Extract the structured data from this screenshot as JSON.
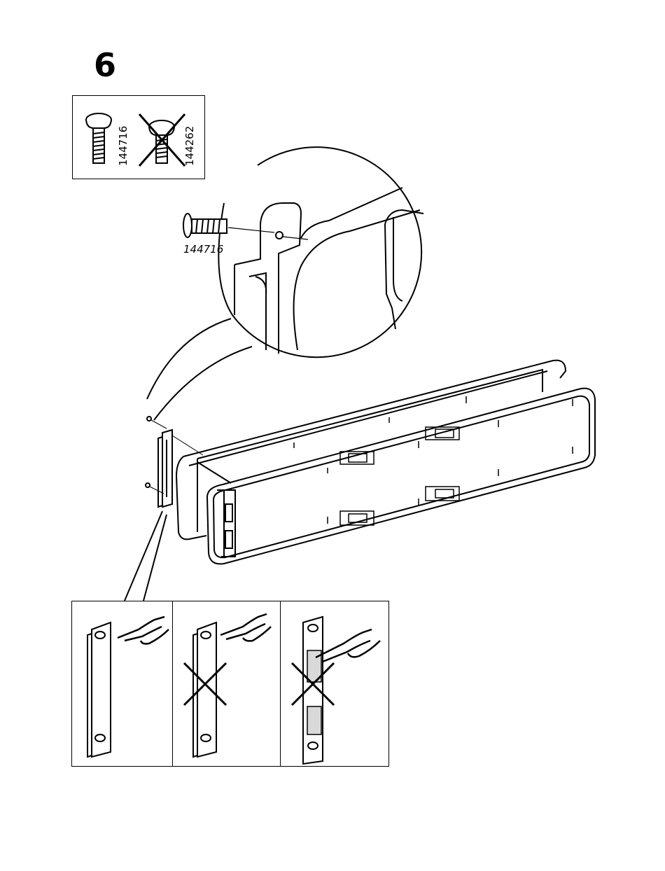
{
  "step": {
    "number": "6"
  },
  "parts_box": {
    "items": [
      {
        "id": "144716",
        "icon": "screw-icon",
        "allowed": true
      },
      {
        "id": "144262",
        "icon": "screw-icon",
        "allowed": false
      }
    ]
  },
  "callout": {
    "part_label": "144716"
  },
  "detail_panels": [
    {
      "icon": "hand-pointing-icon",
      "state": "correct"
    },
    {
      "icon": "hand-pointing-icon",
      "state": "wrong"
    },
    {
      "icon": "hand-pointing-icon",
      "state": "wrong"
    }
  ]
}
